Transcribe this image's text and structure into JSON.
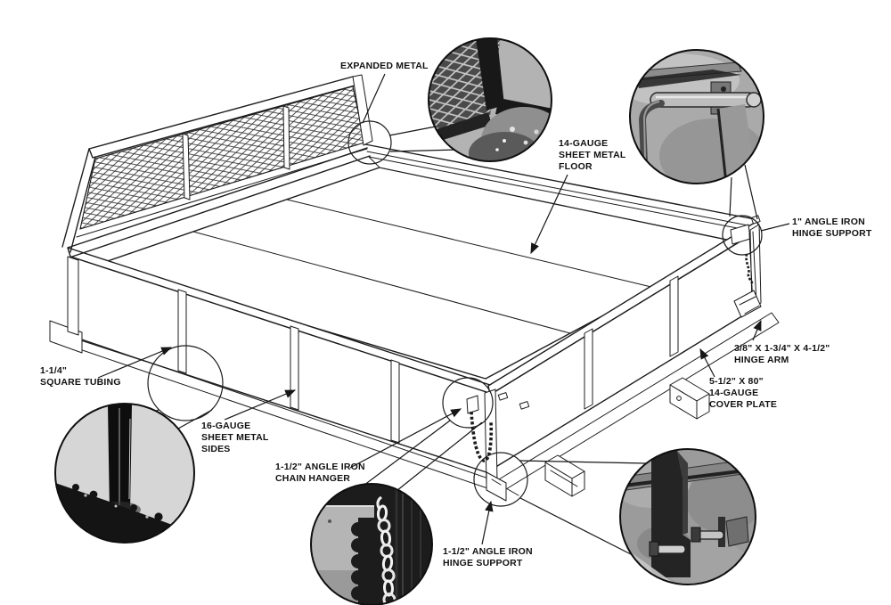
{
  "diagram": {
    "subject": "truck-bed-construction-cutaway",
    "paper_color": "#ffffff",
    "ink_color": "#1c1c1c",
    "labels": {
      "expanded_metal": {
        "lines": [
          "EXPANDED METAL"
        ]
      },
      "floor": {
        "lines": [
          "14-GAUGE",
          "SHEET METAL",
          "FLOOR"
        ]
      },
      "hinge_support_1in": {
        "lines": [
          "1\" ANGLE IRON",
          "HINGE SUPPORT"
        ]
      },
      "hinge_arm": {
        "lines": [
          "3/8\" X 1-3/4\" X 4-1/2\"",
          "HINGE ARM"
        ]
      },
      "cover_plate": {
        "lines": [
          "5-1/2\" X 80\"",
          "14-GAUGE",
          "COVER PLATE"
        ]
      },
      "square_tubing": {
        "lines": [
          "1-1/4\"",
          "SQUARE TUBING"
        ]
      },
      "sides": {
        "lines": [
          "16-GAUGE",
          "SHEET METAL",
          "SIDES"
        ]
      },
      "chain_hanger": {
        "lines": [
          "1-1/2\" ANGLE IRON",
          "CHAIN HANGER"
        ]
      },
      "hinge_support_1_5in": {
        "lines": [
          "1-1/2\" ANGLE IRON",
          "HINGE SUPPORT"
        ]
      }
    },
    "photo_insets": [
      {
        "name": "expanded-metal-corner-photo"
      },
      {
        "name": "hinge-arm-latch-photo"
      },
      {
        "name": "square-tubing-corner-photo"
      },
      {
        "name": "chain-hanger-chain-photo"
      },
      {
        "name": "hinge-support-bolts-photo"
      }
    ]
  }
}
